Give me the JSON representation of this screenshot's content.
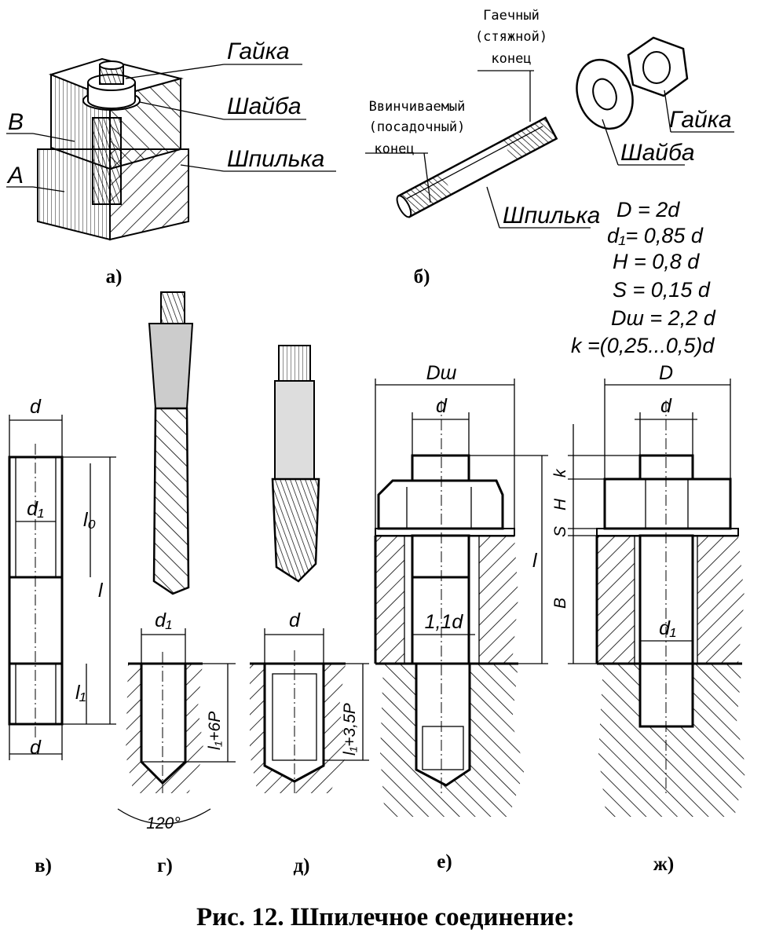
{
  "labels": {
    "nut": "Гайка",
    "washer": "Шайба",
    "stud": "Шпилька",
    "b_letter": "B",
    "a_letter": "A",
    "nut_end": [
      "Гаечный",
      "(стяжной)",
      "конец"
    ],
    "screw_end": [
      "Ввинчиваемый",
      "(посадочный)",
      "конец"
    ]
  },
  "formulas": [
    "D = 2d",
    "d₁= 0,85 d",
    "H = 0,8 d",
    "S = 0,15 d",
    "Dш = 2,2 d",
    "k =(0,25...0,5)d"
  ],
  "dims": {
    "d": "d",
    "d1": "d₁",
    "l0": "l₀",
    "l": "l",
    "l1": "l₁",
    "l1_6p": "l₁+6P",
    "l1_35p": "l₁+3,5P",
    "angle": "120°",
    "dsh": "Dш",
    "D": "D",
    "d11": "1,1d",
    "k": "k",
    "H": "H",
    "S": "S",
    "B": "B"
  },
  "subfigures": [
    "а)",
    "б)",
    "в)",
    "г)",
    "д)",
    "е)",
    "ж)"
  ],
  "caption": "Рис. 12. Шпилечное соединение:"
}
